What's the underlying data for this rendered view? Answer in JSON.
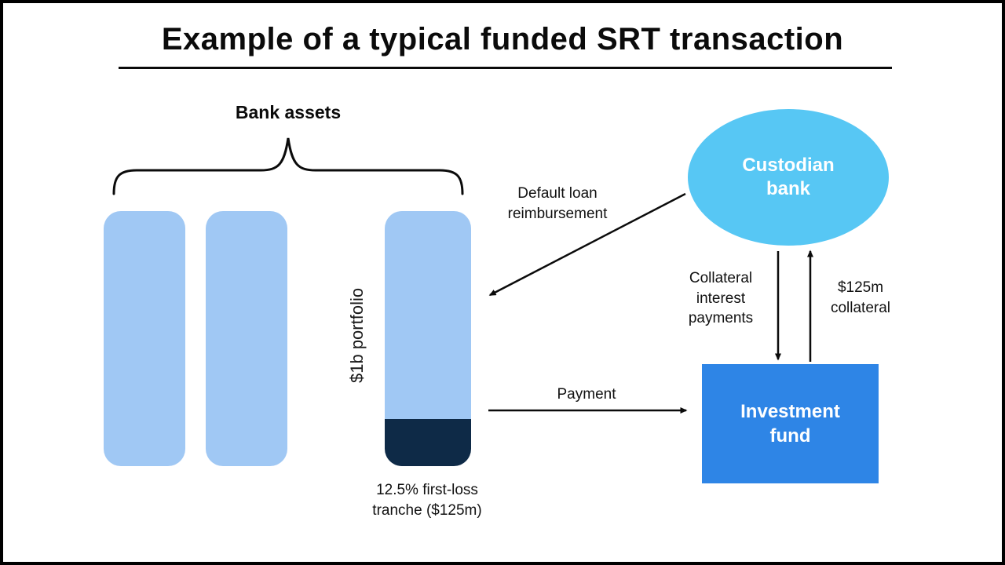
{
  "title": "Example of a typical funded SRT transaction",
  "diagram": {
    "bank_assets_label": "Bank assets",
    "portfolio_label": "$1b portfolio",
    "tranche_label": "12.5% first-loss tranche ($125m)",
    "nodes": {
      "custodian_bank": "Custodian bank",
      "investment_fund": "Investment fund"
    },
    "arrows": {
      "default_loan": "Default loan reimbursement",
      "payment": "Payment",
      "collateral_interest": "Collateral interest payments",
      "collateral_amount": "$125m collateral"
    },
    "colors": {
      "asset_bar_light_blue": "#A0C8F4",
      "first_loss_tranche_navy": "#0E2A47",
      "custodian_bank_fill": "#57C7F4",
      "investment_fund_fill": "#2E85E6",
      "text_black": "#111111",
      "node_text_white": "#ffffff"
    }
  }
}
